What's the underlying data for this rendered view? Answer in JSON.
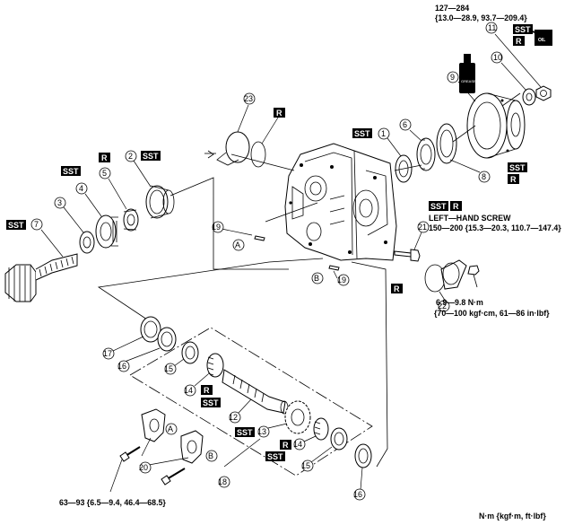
{
  "callouts": {
    "c1": "1",
    "c2": "2",
    "c3": "3",
    "c4": "4",
    "c5": "5",
    "c6": "6",
    "c7": "7",
    "c8": "8",
    "c9": "9",
    "c10": "10",
    "c11": "11",
    "c12": "12",
    "c13": "13",
    "c14a": "14",
    "c14b": "14",
    "c15a": "15",
    "c15b": "15",
    "c16a": "16",
    "c16b": "16",
    "c17": "17",
    "c18": "18",
    "c19a": "19",
    "c19b": "19",
    "c20": "20",
    "c21": "21",
    "c22": "22",
    "c23": "23",
    "cA1": "A",
    "cA2": "A",
    "cB1": "B",
    "cB2": "B"
  },
  "tags": {
    "sst": "SST",
    "r": "R"
  },
  "torque": {
    "top_right_line1": "127—284",
    "top_right_line2": "{13.0—28.9, 93.7—209.4}",
    "left_hand_screw": "LEFT—HAND SCREW",
    "left_hand_values": "150—200 {15.3—20.3, 110.7—147.4}",
    "plug_line1": "6.9—9.8 N·m",
    "plug_line2": "{70—100 kgf·cm, 61—86 in·lbf}",
    "bottom_left": "63—93 {6.5—9.4, 46.4—68.5}"
  },
  "icons": {
    "oil": "OIL",
    "grease": "GREASE"
  },
  "units_note": "N·m {kgf·m, ft·lbf}"
}
